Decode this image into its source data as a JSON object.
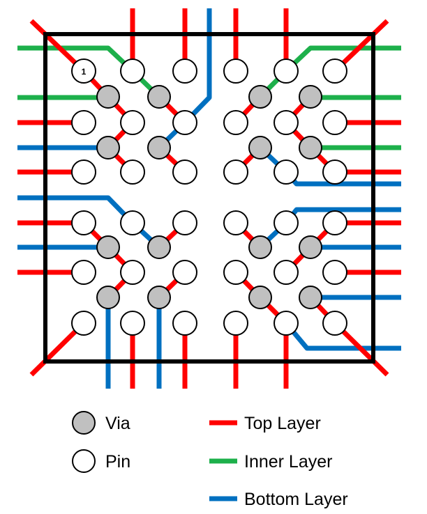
{
  "colors": {
    "top_layer": "#ff0000",
    "inner_layer": "#1db04b",
    "bottom_layer": "#0070c0",
    "via_fill": "#c0c0c0",
    "pin_fill": "#ffffff",
    "outline": "#000000"
  },
  "pin1_label": "1",
  "legend": {
    "via_label": "Via",
    "pin_label": "Pin",
    "top_layer_label": "Top Layer",
    "inner_layer_label": "Inner Layer",
    "bottom_layer_label": "Bottom Layer"
  }
}
